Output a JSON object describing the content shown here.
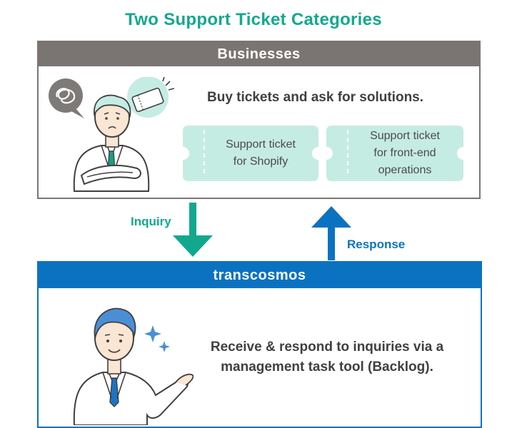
{
  "title": "Two Support Ticket Categories",
  "businesses": {
    "header": "Businesses",
    "description": "Buy tickets and ask for solutions.",
    "tickets": [
      {
        "line1": "Support ticket",
        "line2": "for Shopify",
        "line3": ""
      },
      {
        "line1": "Support ticket",
        "line2": "for front-end",
        "line3": "operations"
      }
    ]
  },
  "flow": {
    "inquiry_label": "Inquiry",
    "response_label": "Response"
  },
  "transcosmos": {
    "header": "transcosmos",
    "description_line1": "Receive & respond to inquiries via a",
    "description_line2": "management task tool (Backlog)."
  },
  "colors": {
    "accent_green": "#12a88e",
    "ticket_fill": "#c5ece3",
    "business_gray": "#7a7573",
    "transcosmos_blue": "#0b72c2",
    "response_arrow_blue": "#0b72c2"
  }
}
